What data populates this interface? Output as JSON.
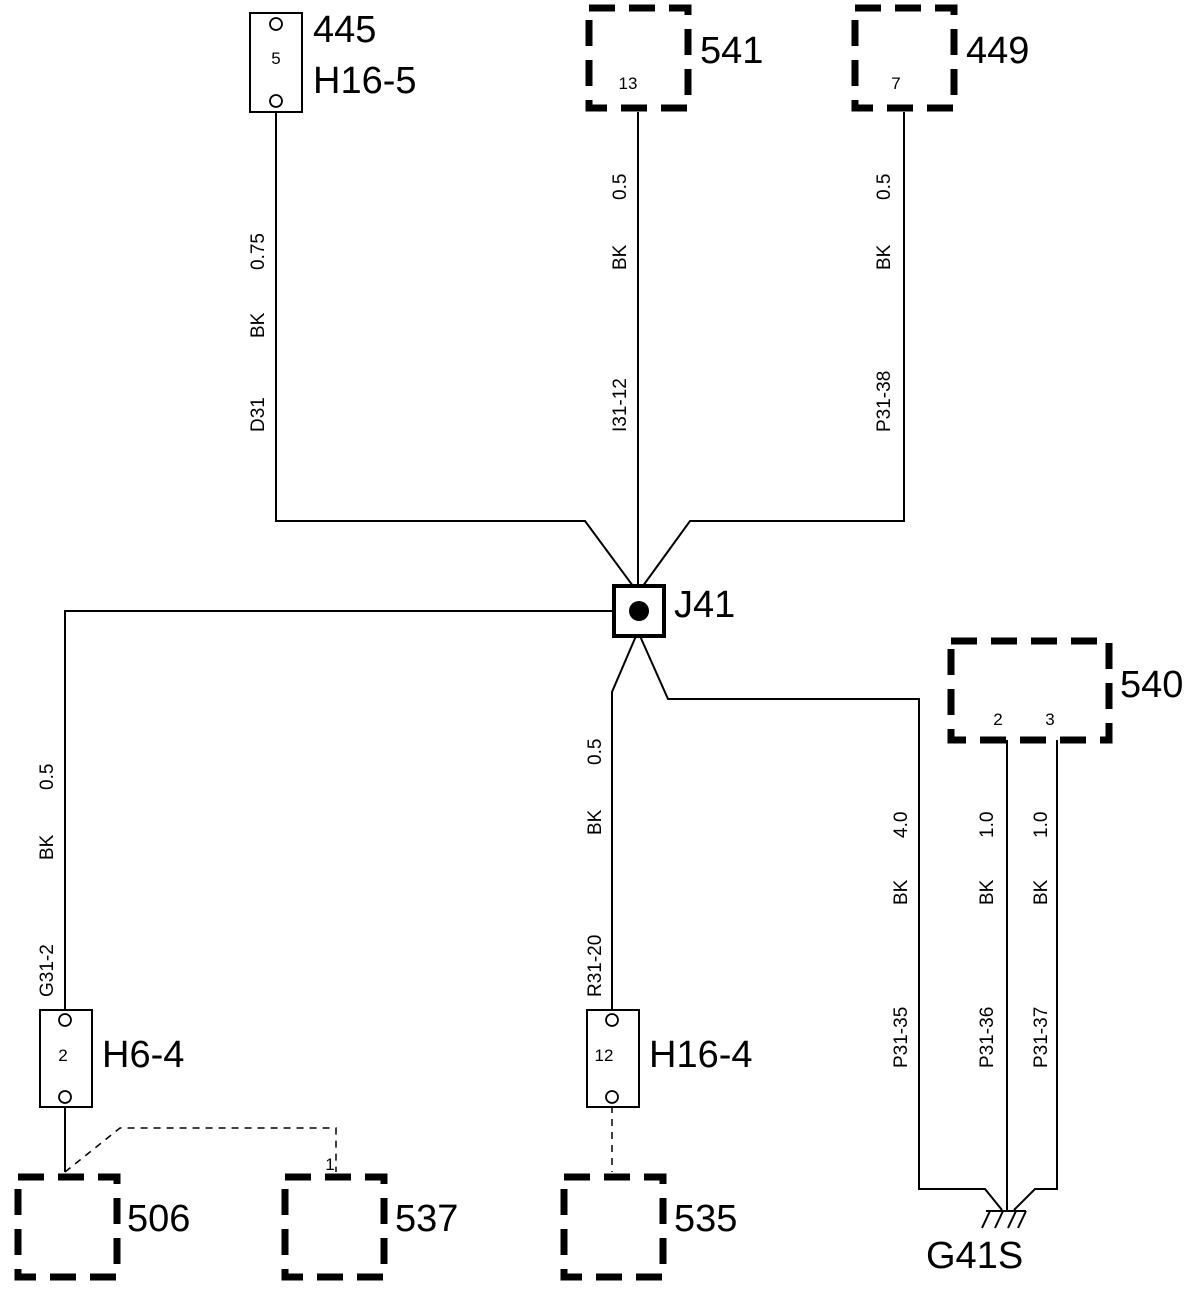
{
  "components": {
    "c445": "445",
    "c541": "541",
    "c449": "449",
    "c540": "540",
    "c506": "506",
    "c537": "537",
    "c535": "535"
  },
  "connectors": {
    "h16_5": "H16-5",
    "h6_4": "H6-4",
    "h16_4": "H16-4",
    "j41": "J41",
    "g41s": "G41S"
  },
  "pins": {
    "h16_5_pin": "5",
    "c541_pin": "13",
    "c449_pin": "7",
    "h6_4_pin": "2",
    "h16_4_pin": "12",
    "c540_pin2": "2",
    "c540_pin3": "3",
    "c537_pin": "1"
  },
  "wires": {
    "w445": {
      "id": "D31",
      "color": "BK",
      "size": "0.75"
    },
    "w541": {
      "id": "I31-12",
      "color": "BK",
      "size": "0.5"
    },
    "w449": {
      "id": "P31-38",
      "color": "BK",
      "size": "0.5"
    },
    "wh6": {
      "id": "G31-2",
      "color": "BK",
      "size": "0.5"
    },
    "wh16": {
      "id": "R31-20",
      "color": "BK",
      "size": "0.5"
    },
    "wp35": {
      "id": "P31-35",
      "color": "BK",
      "size": "4.0"
    },
    "wp36": {
      "id": "P31-36",
      "color": "BK",
      "size": "1.0"
    },
    "wp37": {
      "id": "P31-37",
      "color": "BK",
      "size": "1.0"
    }
  }
}
